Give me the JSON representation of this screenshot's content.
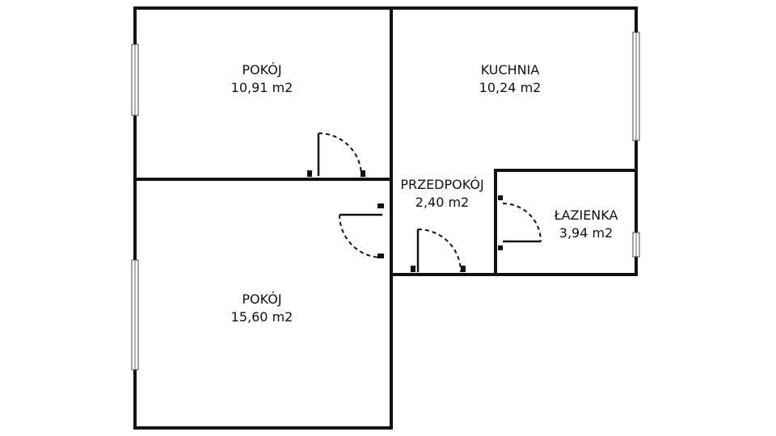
{
  "rooms": [
    {
      "id": "pokoj-1",
      "name": "POKÓJ",
      "area": "10,91 m2"
    },
    {
      "id": "kuchnia",
      "name": "KUCHNIA",
      "area": "10,24 m2"
    },
    {
      "id": "przedpokoj",
      "name": "PRZEDPOKÓJ",
      "area": "2,40 m2"
    },
    {
      "id": "lazienka",
      "name": "ŁAZIENKA",
      "area": "3,94 m2"
    },
    {
      "id": "pokoj-2",
      "name": "POKÓJ",
      "area": "15,60 m2"
    }
  ]
}
